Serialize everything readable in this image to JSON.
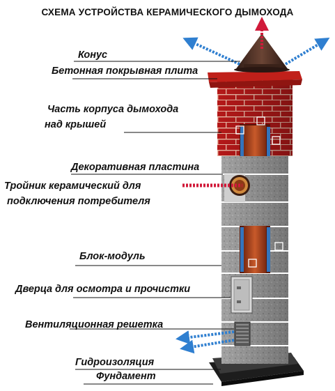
{
  "title": "СХЕМА УСТРОЙСТВА КЕРАМИЧЕСКОГО ДЫМОХОДА",
  "labels": {
    "cone": "Конус",
    "slab": "Бетонная покрывная плита",
    "above_roof_1": "Часть корпуса дымохода",
    "above_roof_2": "над крышей",
    "deco_plate": "Декоративная пластина",
    "tee_1": "Тройник керамический для",
    "tee_2": "подключения потребителя",
    "block": "Блок-модуль",
    "door": "Дверца для осмотра и прочистки",
    "grille": "Вентиляционная решетка",
    "waterproof": "Гидроизоляция",
    "foundation": "Фундамент"
  },
  "colors": {
    "brick": "#b8191a",
    "block_gray": "#9a9a9a",
    "cap": "#4a2c22",
    "arrow_blue": "#2f7fd0",
    "arrow_red": "#d11a3a"
  }
}
